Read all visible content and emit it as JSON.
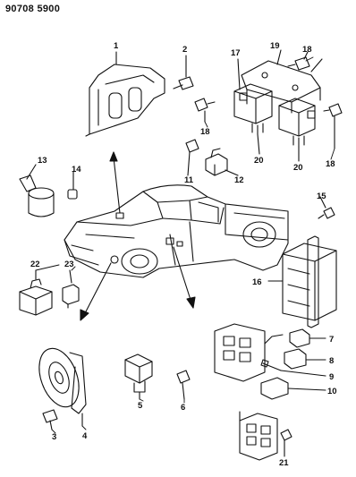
{
  "header": {
    "code": "90708 5900"
  },
  "callouts": [
    "1",
    "2",
    "3",
    "4",
    "5",
    "6",
    "7",
    "8",
    "9",
    "10",
    "11",
    "12",
    "13",
    "14",
    "15",
    "16",
    "17",
    "18",
    "18",
    "18",
    "19",
    "20",
    "20",
    "21",
    "22",
    "23"
  ],
  "icons": [
    "truck",
    "horn",
    "relay",
    "bracket",
    "connector",
    "bolt",
    "screw",
    "control-unit",
    "arrow"
  ]
}
